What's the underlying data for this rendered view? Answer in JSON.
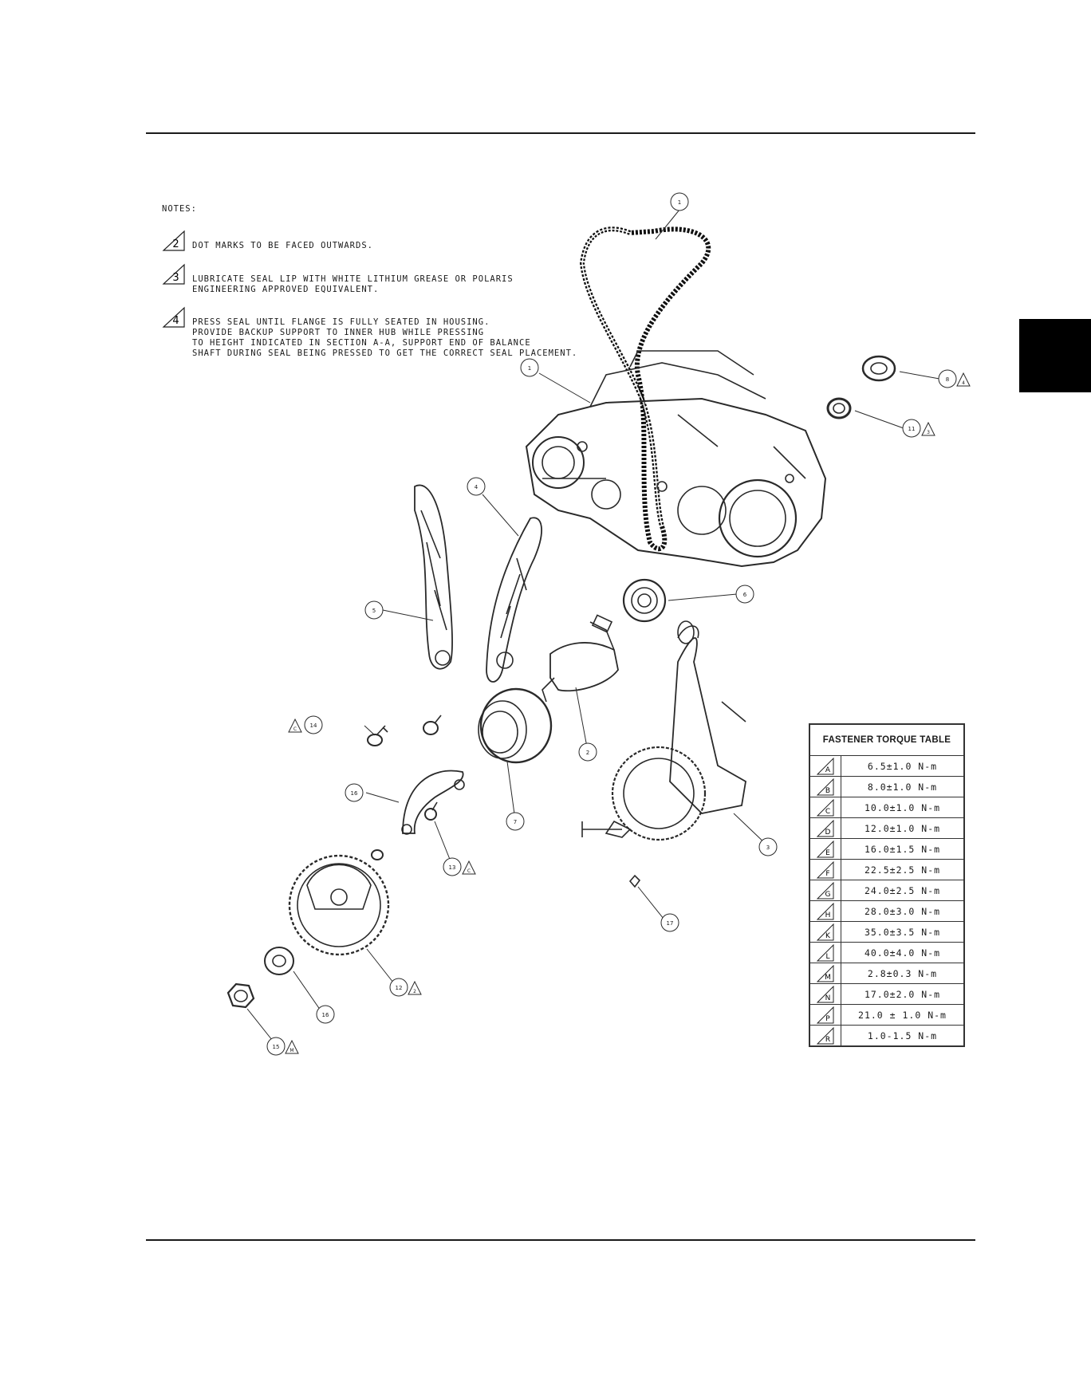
{
  "notes": {
    "title": "NOTES:",
    "items": [
      {
        "num": "2",
        "lines": [
          "DOT MARKS TO BE FACED OUTWARDS."
        ]
      },
      {
        "num": "3",
        "lines": [
          "LUBRICATE SEAL LIP WITH WHITE LITHIUM GREASE OR POLARIS",
          "ENGINEERING APPROVED EQUIVALENT."
        ]
      },
      {
        "num": "4",
        "lines": [
          "PRESS SEAL UNTIL FLANGE IS FULLY SEATED IN HOUSING.",
          "PROVIDE BACKUP SUPPORT TO INNER HUB WHILE PRESSING",
          "TO HEIGHT INDICATED IN SECTION A-A, SUPPORT END OF BALANCE",
          "SHAFT DURING SEAL BEING PRESSED TO GET THE CORRECT SEAL PLACEMENT."
        ]
      }
    ]
  },
  "callouts": [
    {
      "num": "1",
      "flag": ""
    },
    {
      "num": "1",
      "flag": ""
    },
    {
      "num": "8",
      "flag": "4"
    },
    {
      "num": "11",
      "flag": "3"
    },
    {
      "num": "4",
      "flag": ""
    },
    {
      "num": "5",
      "flag": ""
    },
    {
      "num": "6",
      "flag": ""
    },
    {
      "num": "2",
      "flag": ""
    },
    {
      "num": "7",
      "flag": ""
    },
    {
      "num": "3",
      "flag": ""
    },
    {
      "num": "14",
      "flag": "C"
    },
    {
      "num": "16",
      "flag": ""
    },
    {
      "num": "13",
      "flag": "C"
    },
    {
      "num": "12",
      "flag": "2"
    },
    {
      "num": "17",
      "flag": ""
    },
    {
      "num": "16",
      "flag": ""
    },
    {
      "num": "15",
      "flag": "M"
    }
  ],
  "torque_table": {
    "title": "FASTENER TORQUE TABLE",
    "rows": [
      {
        "sym": "A",
        "value": "6.5±1.0 N-m"
      },
      {
        "sym": "B",
        "value": "8.0±1.0 N-m"
      },
      {
        "sym": "C",
        "value": "10.0±1.0 N-m"
      },
      {
        "sym": "D",
        "value": "12.0±1.0 N-m"
      },
      {
        "sym": "E",
        "value": "16.0±1.5 N-m"
      },
      {
        "sym": "F",
        "value": "22.5±2.5 N-m"
      },
      {
        "sym": "G",
        "value": "24.0±2.5 N-m"
      },
      {
        "sym": "H",
        "value": "28.0±3.0 N-m"
      },
      {
        "sym": "K",
        "value": "35.0±3.5 N-m"
      },
      {
        "sym": "L",
        "value": "40.0±4.0 N-m"
      },
      {
        "sym": "M",
        "value": "2.8±0.3 N-m"
      },
      {
        "sym": "N",
        "value": "17.0±2.0 N-m"
      },
      {
        "sym": "P",
        "value": "21.0 ± 1.0 N-m"
      },
      {
        "sym": "R",
        "value": "1.0-1.5 N-m"
      }
    ]
  }
}
